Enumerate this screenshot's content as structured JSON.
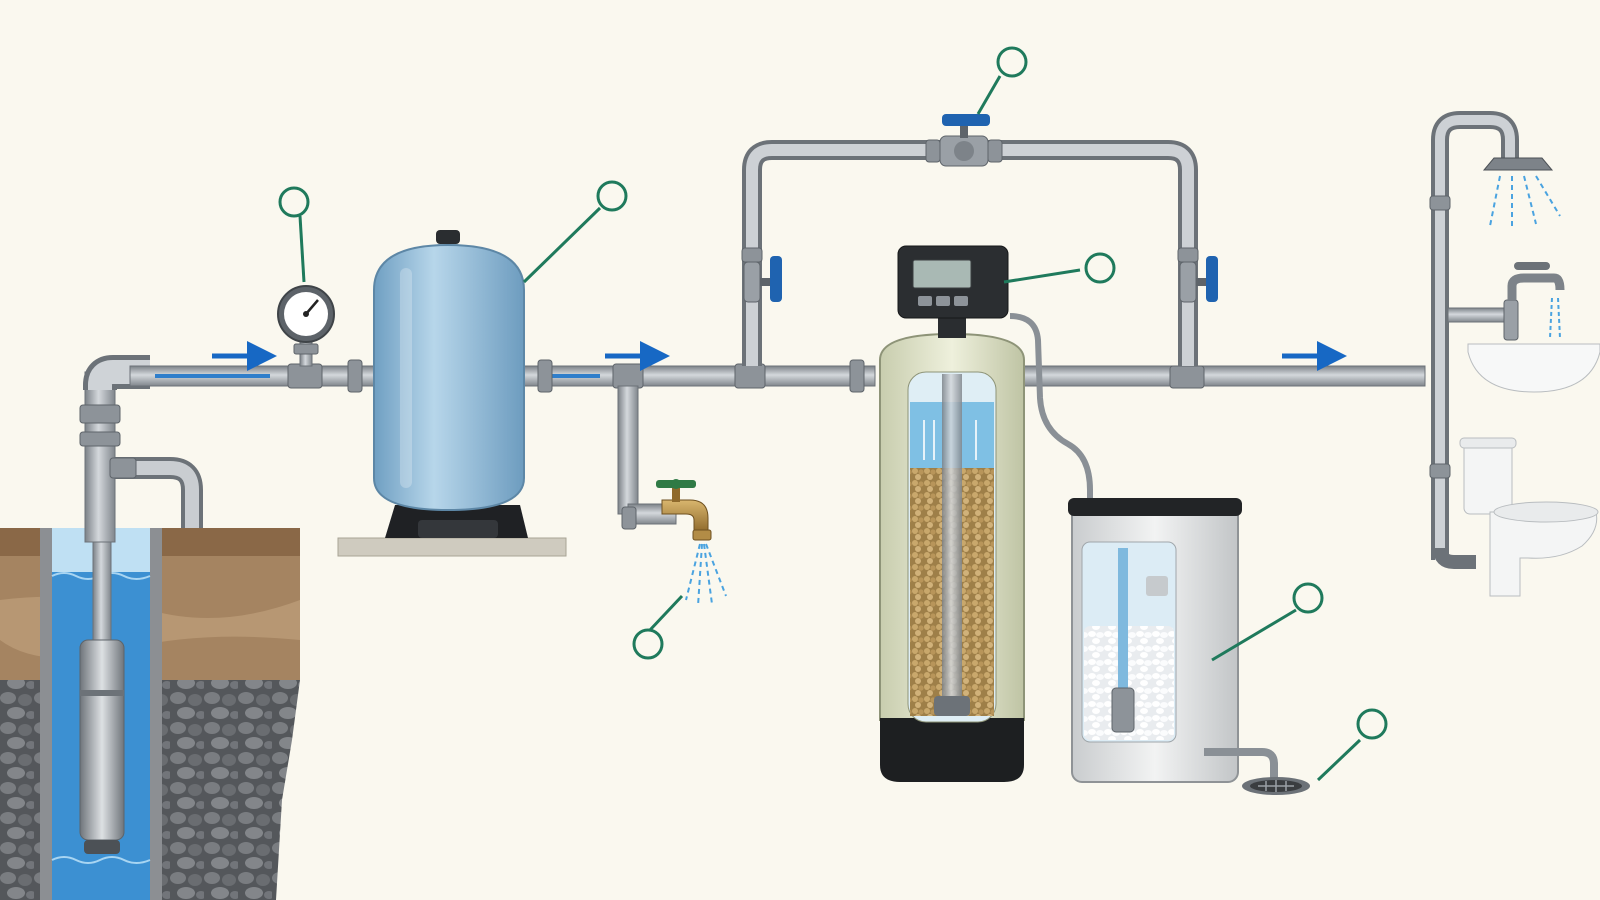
{
  "diagram": {
    "palette": {
      "background": "#faf8ef",
      "pipe": "#a4aab0",
      "pipe_edge": "#6c7278",
      "water": "#2f7ecb",
      "flow_arrow": "#1768c4",
      "callout": "#1f7a5c",
      "tank_blue": "#9cc4de",
      "resin": "#b89a62",
      "valve_handle": "#1f63b0",
      "soil": "#a88460",
      "gravel": "#5f6266",
      "brine_salt": "#ffffff"
    },
    "components": [
      {
        "id": "well-pump",
        "icon": "submersible-pump-icon"
      },
      {
        "id": "pressure-gauge",
        "icon": "pressure-gauge-icon"
      },
      {
        "id": "pressure-tank",
        "icon": "pressure-tank-icon"
      },
      {
        "id": "outdoor-spigot",
        "icon": "hose-bib-icon"
      },
      {
        "id": "bypass-valve",
        "icon": "ball-valve-icon"
      },
      {
        "id": "softener-control-head",
        "icon": "control-head-icon"
      },
      {
        "id": "resin-tank",
        "icon": "resin-tank-icon"
      },
      {
        "id": "brine-tank",
        "icon": "brine-tank-icon"
      },
      {
        "id": "floor-drain",
        "icon": "floor-drain-icon"
      },
      {
        "id": "house-fixtures",
        "icon": "shower-sink-toilet-icon"
      }
    ],
    "callouts": [
      {
        "target": "pressure-gauge"
      },
      {
        "target": "pressure-tank"
      },
      {
        "target": "bypass-valve"
      },
      {
        "target": "softener-control-head"
      },
      {
        "target": "outdoor-spigot"
      },
      {
        "target": "brine-tank"
      },
      {
        "target": "floor-drain"
      }
    ],
    "flow_arrows": 3
  }
}
